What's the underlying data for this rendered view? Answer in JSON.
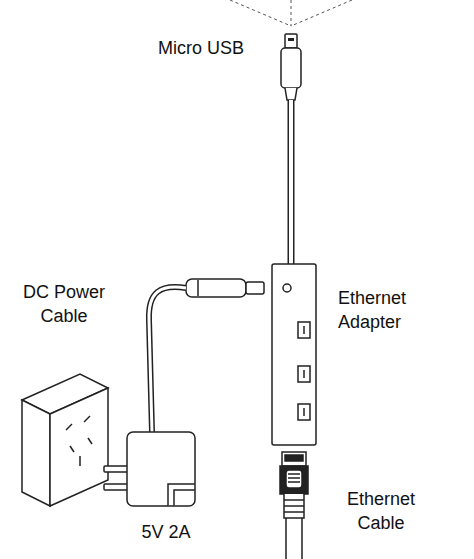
{
  "diagram": {
    "labels": [
      "Micro USB",
      "DC Power Cable",
      "Ethernet Adapter",
      "5V 2A",
      "Ethernet Cable"
    ]
  }
}
